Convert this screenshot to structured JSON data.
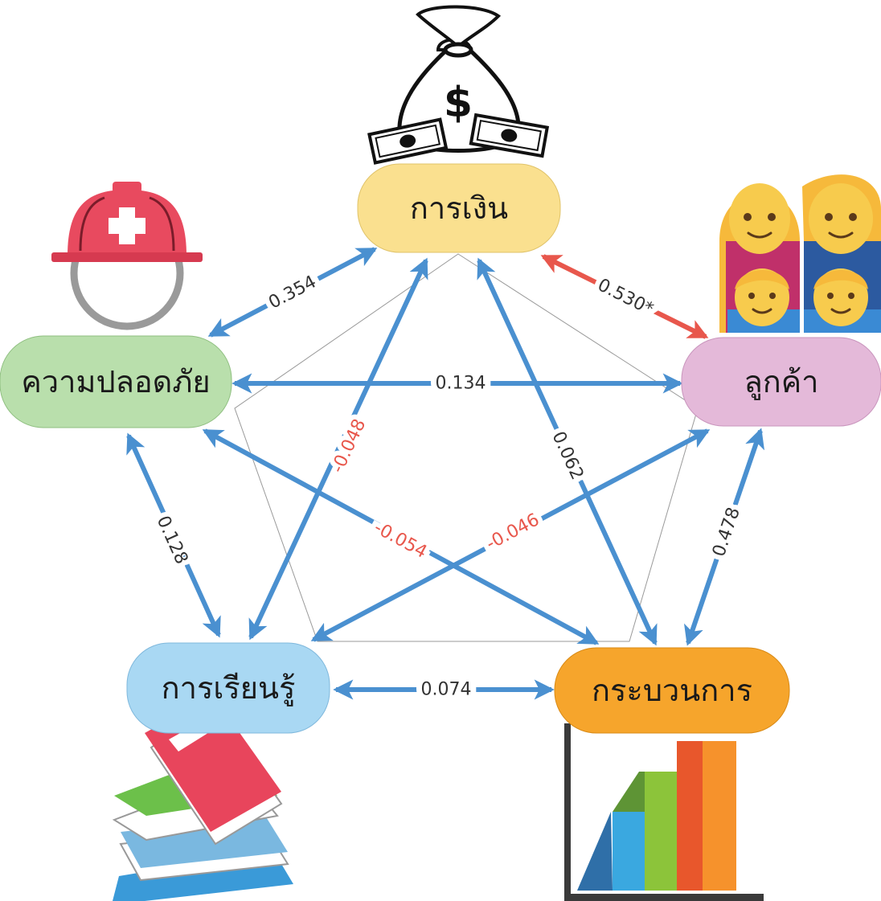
{
  "nodes": {
    "finance": {
      "label": "การเงิน",
      "color": "#fae08f"
    },
    "customer": {
      "label": "ลูกค้า",
      "color": "#e4b9d9"
    },
    "process": {
      "label": "กระบวนการ",
      "color": "#f6a52c"
    },
    "learning": {
      "label": "การเรียนรู้",
      "color": "#a9d8f3"
    },
    "safety": {
      "label": "ความปลอดภัย",
      "color": "#b9dfac"
    }
  },
  "edges": [
    {
      "id": "finance-customer",
      "label": "0.530*",
      "significant": true
    },
    {
      "id": "finance-safety",
      "label": "0.354",
      "significant": false
    },
    {
      "id": "safety-customer",
      "label": "0.134",
      "significant": false
    },
    {
      "id": "finance-learning",
      "label": "-0.048",
      "significant": false
    },
    {
      "id": "finance-process",
      "label": "0.062",
      "significant": false
    },
    {
      "id": "safety-learning",
      "label": "0.128",
      "significant": false
    },
    {
      "id": "customer-process",
      "label": "0.478",
      "significant": false
    },
    {
      "id": "safety-process",
      "label": "-0.054",
      "significant": false
    },
    {
      "id": "customer-learning",
      "label": "-0.046",
      "significant": false
    },
    {
      "id": "learning-process",
      "label": "0.074",
      "significant": false
    }
  ],
  "icons": {
    "finance": "money-bag-icon",
    "customer": "family-icon",
    "process": "bar-chart-icon",
    "learning": "books-icon",
    "safety": "rescue-helmet-icon"
  },
  "colors": {
    "arrow": "#4a90d0",
    "significant_arrow": "#e8574c",
    "negative_text": "#e8574c",
    "positive_text": "#333333",
    "pentagon_stroke": "#8c8c8c"
  }
}
